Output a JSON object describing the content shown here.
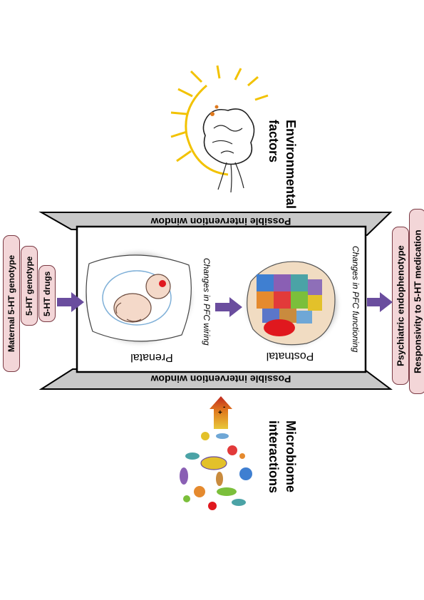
{
  "inputs": [
    "Maternal 5-HT genotype",
    "5-HT genotype",
    "5-HT drugs"
  ],
  "outputs": [
    "Psychiatric endophenotype",
    "Responsivity to 5-HT medication"
  ],
  "intervention_label": "Possible intervention window",
  "stages": {
    "prenatal": "Prenatal",
    "postnatal": "Postnatal"
  },
  "changes": {
    "wiring": "Changes in PFC wiring",
    "functioning": "Changes in PFC functioning"
  },
  "factors": {
    "environmental": "Environmental factors",
    "microbiome": "Microbiome interactions"
  },
  "colors": {
    "arrow": "#6a4d9e",
    "pill_fill": "#f3d6d8",
    "pill_border": "#7a3a44",
    "band": "#c9c9c9"
  },
  "icons": [
    "sun-icon",
    "brain-icon",
    "microbe-cluster-icon",
    "fetus-icon",
    "brain-puzzle-icon"
  ]
}
